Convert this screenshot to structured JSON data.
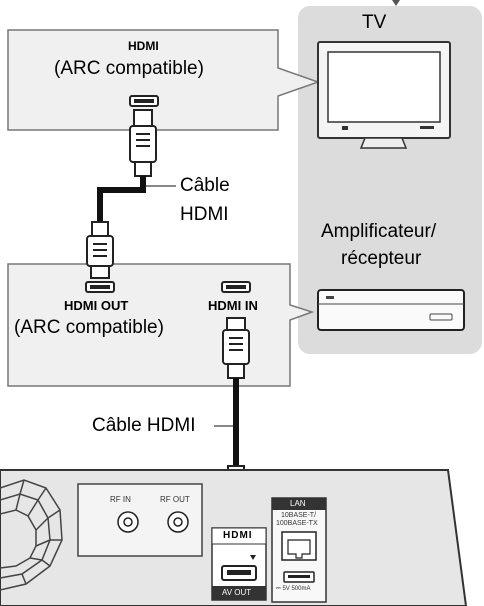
{
  "tv": {
    "label": "TV"
  },
  "amplifier": {
    "label_line1": "Amplificateur/",
    "label_line2": "récepteur"
  },
  "tv_port": {
    "title": "HDMI",
    "subtitle": "(ARC compatible)"
  },
  "amp_ports": {
    "out_title": "HDMI OUT",
    "out_subtitle": "(ARC compatible)",
    "in_title": "HDMI IN"
  },
  "cable_upper": {
    "line1": "Câble",
    "line2": "HDMI"
  },
  "cable_lower": {
    "label": "Câble HDMI"
  },
  "recorder_panel": {
    "rf_in": "RF IN",
    "rf_out": "RF OUT",
    "hdmi_logo": "HDMI",
    "av_out": "AV OUT",
    "lan_title": "LAN",
    "lan_spec_1": "10BASE-T/",
    "lan_spec_2": "100BASE-TX",
    "usb_spec": "⎓ 5V 500mA"
  }
}
